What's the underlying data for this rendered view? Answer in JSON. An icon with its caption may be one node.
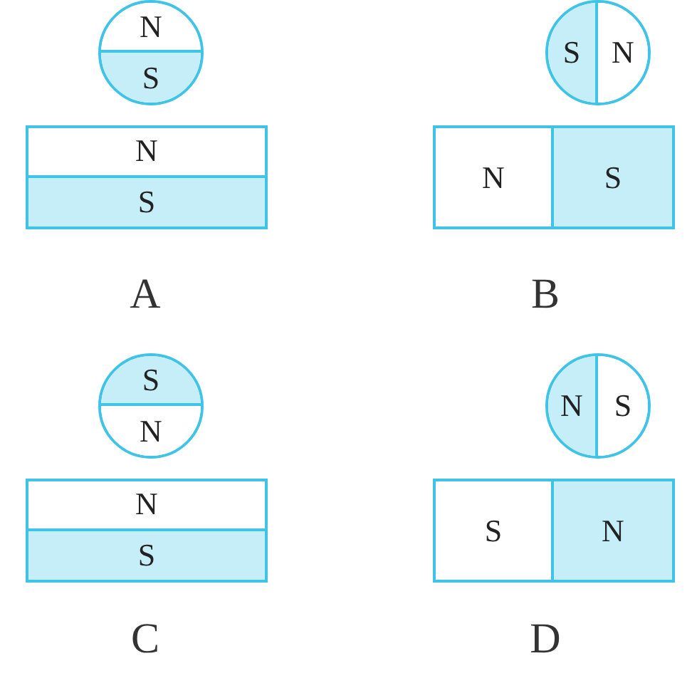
{
  "diagram": {
    "nodes": [
      {
        "text": [],
        "shape": "circle"
      },
      {
        "text": [
          "N"
        ],
        "in": 0
      },
      {
        "text": [
          "S"
        ],
        "in": 0
      },
      {
        "text": [],
        "shape": "box"
      },
      {
        "text": [
          "N"
        ],
        "in": 3
      },
      {
        "text": [
          "S"
        ],
        "in": 3
      },
      {
        "text": [],
        "shape": "circle"
      },
      {
        "text": [
          "S"
        ],
        "in": 6
      },
      {
        "text": [
          "N"
        ],
        "in": 6
      },
      {
        "text": [],
        "shape": "box"
      },
      {
        "text": [
          "N"
        ],
        "in": 9
      },
      {
        "text": [
          "S"
        ],
        "in": 9
      },
      {
        "text": [],
        "shape": "circle"
      },
      {
        "text": [
          "S"
        ],
        "in": 12
      },
      {
        "text": [
          "N"
        ],
        "in": 12
      },
      {
        "text": [],
        "shape": "box"
      },
      {
        "text": [
          "N"
        ],
        "in": 15
      },
      {
        "text": [
          "S"
        ],
        "in": 15
      },
      {
        "text": [],
        "shape": "circle"
      },
      {
        "text": [
          "N"
        ],
        "in": 18
      },
      {
        "text": [
          "S"
        ],
        "in": 18
      },
      {
        "text": [],
        "shape": "box"
      },
      {
        "text": [
          "S"
        ],
        "in": 21
      },
      {
        "text": [
          "N"
        ],
        "in": 21
      }
    ],
    "labels": [
      "A",
      "B",
      "C",
      "D"
    ]
  }
}
